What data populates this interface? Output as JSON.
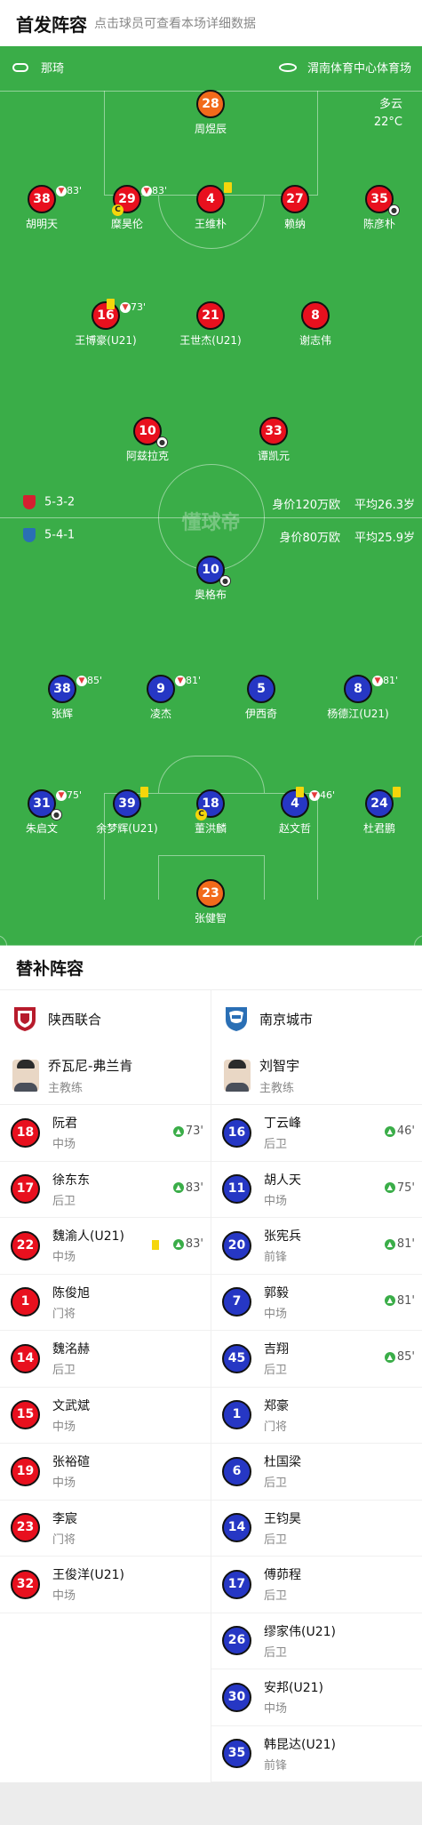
{
  "header": {
    "title": "首发阵容",
    "hint": "点击球员可查看本场详细数据"
  },
  "match": {
    "referee": "那琦",
    "stadium": "渭南体育中心体育场",
    "weather": "多云",
    "temperature": "22°C",
    "watermark": "懂球帝"
  },
  "home": {
    "name": "陕西联合",
    "formation": "5-3-2",
    "value": "身价120万欧",
    "age": "平均26.3岁",
    "coach": {
      "name": "乔瓦尼-弗兰肯",
      "role": "主教练"
    },
    "color": "#e8101e",
    "lineup": [
      {
        "num": "28",
        "name": "周煜辰",
        "gk": true
      },
      {
        "num": "38",
        "name": "胡明天",
        "sub_time": "83'"
      },
      {
        "num": "29",
        "name": "糜昊伦",
        "sub_time": "83'",
        "captain": "C"
      },
      {
        "num": "4",
        "name": "王维朴",
        "yellow": true
      },
      {
        "num": "27",
        "name": "赖纳"
      },
      {
        "num": "35",
        "name": "陈彦朴",
        "goal": true
      },
      {
        "num": "16",
        "name": "王博豪(U21)",
        "sub_time": "73'",
        "yellow": true
      },
      {
        "num": "21",
        "name": "王世杰(U21)"
      },
      {
        "num": "8",
        "name": "谢志伟"
      },
      {
        "num": "10",
        "name": "阿兹拉克",
        "goal": true
      },
      {
        "num": "33",
        "name": "谭凯元"
      }
    ],
    "subs": [
      {
        "num": "18",
        "name": "阮君",
        "pos": "中场",
        "time": "73'"
      },
      {
        "num": "17",
        "name": "徐东东",
        "pos": "后卫",
        "time": "83'"
      },
      {
        "num": "22",
        "name": "魏渝人(U21)",
        "pos": "中场",
        "time": "83'",
        "yellow": true
      },
      {
        "num": "1",
        "name": "陈俊旭",
        "pos": "门将"
      },
      {
        "num": "14",
        "name": "魏洺赫",
        "pos": "后卫"
      },
      {
        "num": "15",
        "name": "文武斌",
        "pos": "中场"
      },
      {
        "num": "19",
        "name": "张裕碹",
        "pos": "中场"
      },
      {
        "num": "23",
        "name": "李宸",
        "pos": "门将"
      },
      {
        "num": "32",
        "name": "王俊洋(U21)",
        "pos": "中场"
      }
    ]
  },
  "away": {
    "name": "南京城市",
    "formation": "5-4-1",
    "value": "身价80万欧",
    "age": "平均25.9岁",
    "coach": {
      "name": "刘智宇",
      "role": "主教练"
    },
    "color": "#2637c4",
    "lineup": [
      {
        "num": "10",
        "name": "奥格布",
        "goal": true
      },
      {
        "num": "38",
        "name": "张辉",
        "sub_time": "85'"
      },
      {
        "num": "9",
        "name": "凌杰",
        "sub_time": "81'"
      },
      {
        "num": "5",
        "name": "伊西奇"
      },
      {
        "num": "8",
        "name": "杨德江(U21)",
        "sub_time": "81'"
      },
      {
        "num": "31",
        "name": "朱启文",
        "sub_time": "75'",
        "goal": true
      },
      {
        "num": "39",
        "name": "余梦辉(U21)",
        "yellow": true
      },
      {
        "num": "18",
        "name": "董洪麟",
        "captain": "C"
      },
      {
        "num": "4",
        "name": "赵文哲",
        "sub_time": "46'",
        "yellow": true
      },
      {
        "num": "24",
        "name": "杜君鹏",
        "yellow": true
      },
      {
        "num": "23",
        "name": "张健智",
        "gk": true
      }
    ],
    "subs": [
      {
        "num": "16",
        "name": "丁云峰",
        "pos": "后卫",
        "time": "46'"
      },
      {
        "num": "11",
        "name": "胡人天",
        "pos": "中场",
        "time": "75'"
      },
      {
        "num": "20",
        "name": "张宪兵",
        "pos": "前锋",
        "time": "81'"
      },
      {
        "num": "7",
        "name": "郭毅",
        "pos": "中场",
        "time": "81'"
      },
      {
        "num": "45",
        "name": "吉翔",
        "pos": "后卫",
        "time": "85'"
      },
      {
        "num": "1",
        "name": "郑豪",
        "pos": "门将"
      },
      {
        "num": "6",
        "name": "杜国梁",
        "pos": "后卫"
      },
      {
        "num": "14",
        "name": "王钧昊",
        "pos": "后卫"
      },
      {
        "num": "17",
        "name": "傅茆程",
        "pos": "后卫"
      },
      {
        "num": "26",
        "name": "缪家伟(U21)",
        "pos": "后卫"
      },
      {
        "num": "30",
        "name": "安邦(U21)",
        "pos": "中场"
      },
      {
        "num": "35",
        "name": "韩昆达(U21)",
        "pos": "前锋"
      }
    ]
  },
  "subs_title": "替补阵容"
}
